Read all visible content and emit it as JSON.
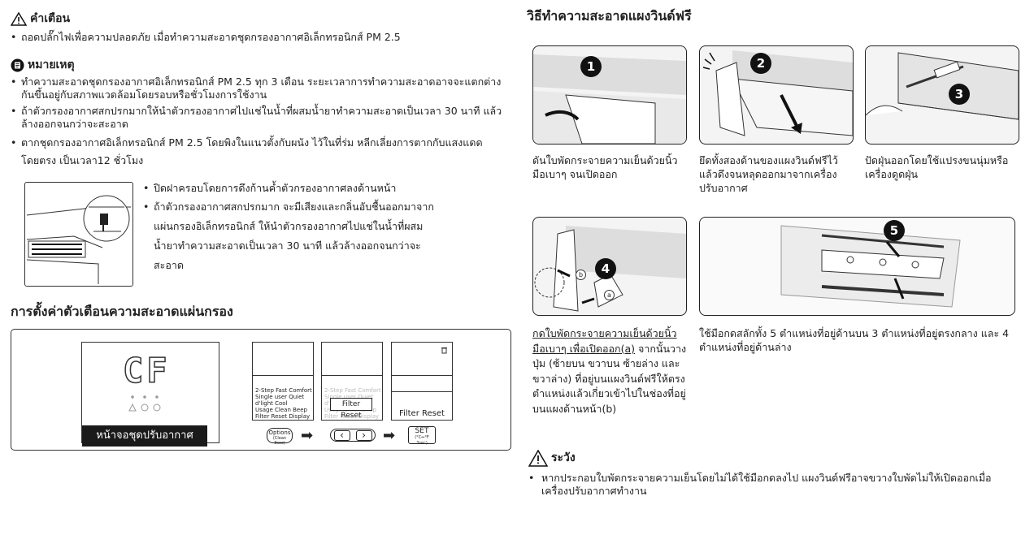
{
  "warning": {
    "title": "คำเตือน",
    "items": [
      "ถอดปลั๊กไฟเพื่อความปลอดภัย เมื่อทำความสะอาดชุดกรองอากาศอิเล็กทรอนิกส์ PM 2.5"
    ]
  },
  "note": {
    "title": "หมายเหตุ",
    "items": [
      "ทำความสะอาดชุดกรองอากาศอิเล็กทรอนิกส์ PM 2.5 ทุก 3 เดือน ระยะเวลาการทำความสะอาดอาจจะแตกต่างกันขึ้นอยู่กับสภาพแวดล้อมโดยรอบหรือชั่วโมงการใช้งาน",
      "ถ้าตัวกรองอากาศสกปรกมากให้นำตัวกรองอากาศไปแช่ในน้ำที่ผสมน้ำยาทำความสะอาดเป็นเวลา 30 นาที แล้วล้างออกจนกว่าจะสะอาด",
      "ตากชุดกรองอากาศอิเล็กทรอนิกส์ PM 2.5 โดยพิงในแนวตั้งกับผนัง ไว้ในที่ร่ม หลีกเลี่ยงการตากกับแสงแดดโดยตรง เป็นเวลา12 ชั่วโมง"
    ]
  },
  "cover_items": [
    "ปิดฝาครอบโดยการดึงก้านค้ำตัวกรองอากาศลงด้านหน้า",
    "ถ้าตัวกรองอากาศสกปรกมาก จะมีเสียงและกลิ่นอับชื้นออกมาจากแผ่นกรองอิเล็กทรอนิกส์ ให้นำตัวกรองอากาศไปแช่ในน้ำที่ผสมน้ำยาทำความสะอาดเป็นเวลา 30 นาที แล้วล้างออกจนกว่าจะสะอาด"
  ],
  "reminder": {
    "title": "การตั้งค่าตัวเตือนความสะอาดแผ่นกรอง",
    "display_code": "CF",
    "display_label": "หน้าจอชุดปรับอากาศ",
    "menu_lines": [
      "2-Step  Fast  Comfort",
      "Single user  Quiet",
      "d'light Cool",
      "Usage  Clean  Beep",
      "Filter Reset  Display"
    ],
    "filter_reset": "Filter Reset",
    "btn_options": "Options",
    "btn_options_sub": "(Clean 3sec)",
    "btn_set": "SET",
    "btn_set_sub": "(°C↔°F 3sec)",
    "arrow_left": "‹",
    "arrow_right": "›"
  },
  "cleaning": {
    "title": "วิธีทำความสะอาดแผงวินด์ฟรี",
    "steps": [
      {
        "num": "1",
        "caption": "ดันใบพัดกระจายความเย็นด้วยนิ้วมือเบาๆ จนเปิดออก"
      },
      {
        "num": "2",
        "caption": "ยึดทั้งสองด้านของแผงวินด์ฟรีไว้ แล้วดึงจนหลุดออกมาจากเครื่องปรับอากาศ"
      },
      {
        "num": "3",
        "caption": "ปัดฝุ่นออกโดยใช้แปรงขนนุ่มหรือเครื่องดูดฝุ่น"
      },
      {
        "num": "4",
        "caption_u": "กดใบพัดกระจายความเย็นด้วยนิ้วมือเบาๆ เพื่อเปิดออก(a)",
        "caption": " จากนั้นวางปุ่ม (ซ้ายบน ขวาบน ซ้ายล่าง และขวาล่าง) ที่อยู่บนแผงวินด์ฟรีให้ตรงตำแหน่งแล้วเกี่ยวเข้าไปในช่องที่อยู่บนแผงด้านหน้า(b)",
        "label_a": "a",
        "label_b": "b"
      },
      {
        "num": "5",
        "caption": "ใช้มือกดสลักทั้ง 5 ตำแหน่งที่อยู่ด้านบน 3 ตำแหน่งที่อยู่ตรงกลาง และ 4 ตำแหน่งที่อยู่ด้านล่าง"
      }
    ]
  },
  "caution": {
    "title": "ระวัง",
    "items": [
      "หากประกอบใบพัดกระจายความเย็นโดยไม่ได้ใช้มือกดลงไป แผงวินด์ฟรีอาจขวางใบพัดไม่ให้เปิดออกเมื่อเครื่องปรับอากาศทำงาน"
    ]
  }
}
